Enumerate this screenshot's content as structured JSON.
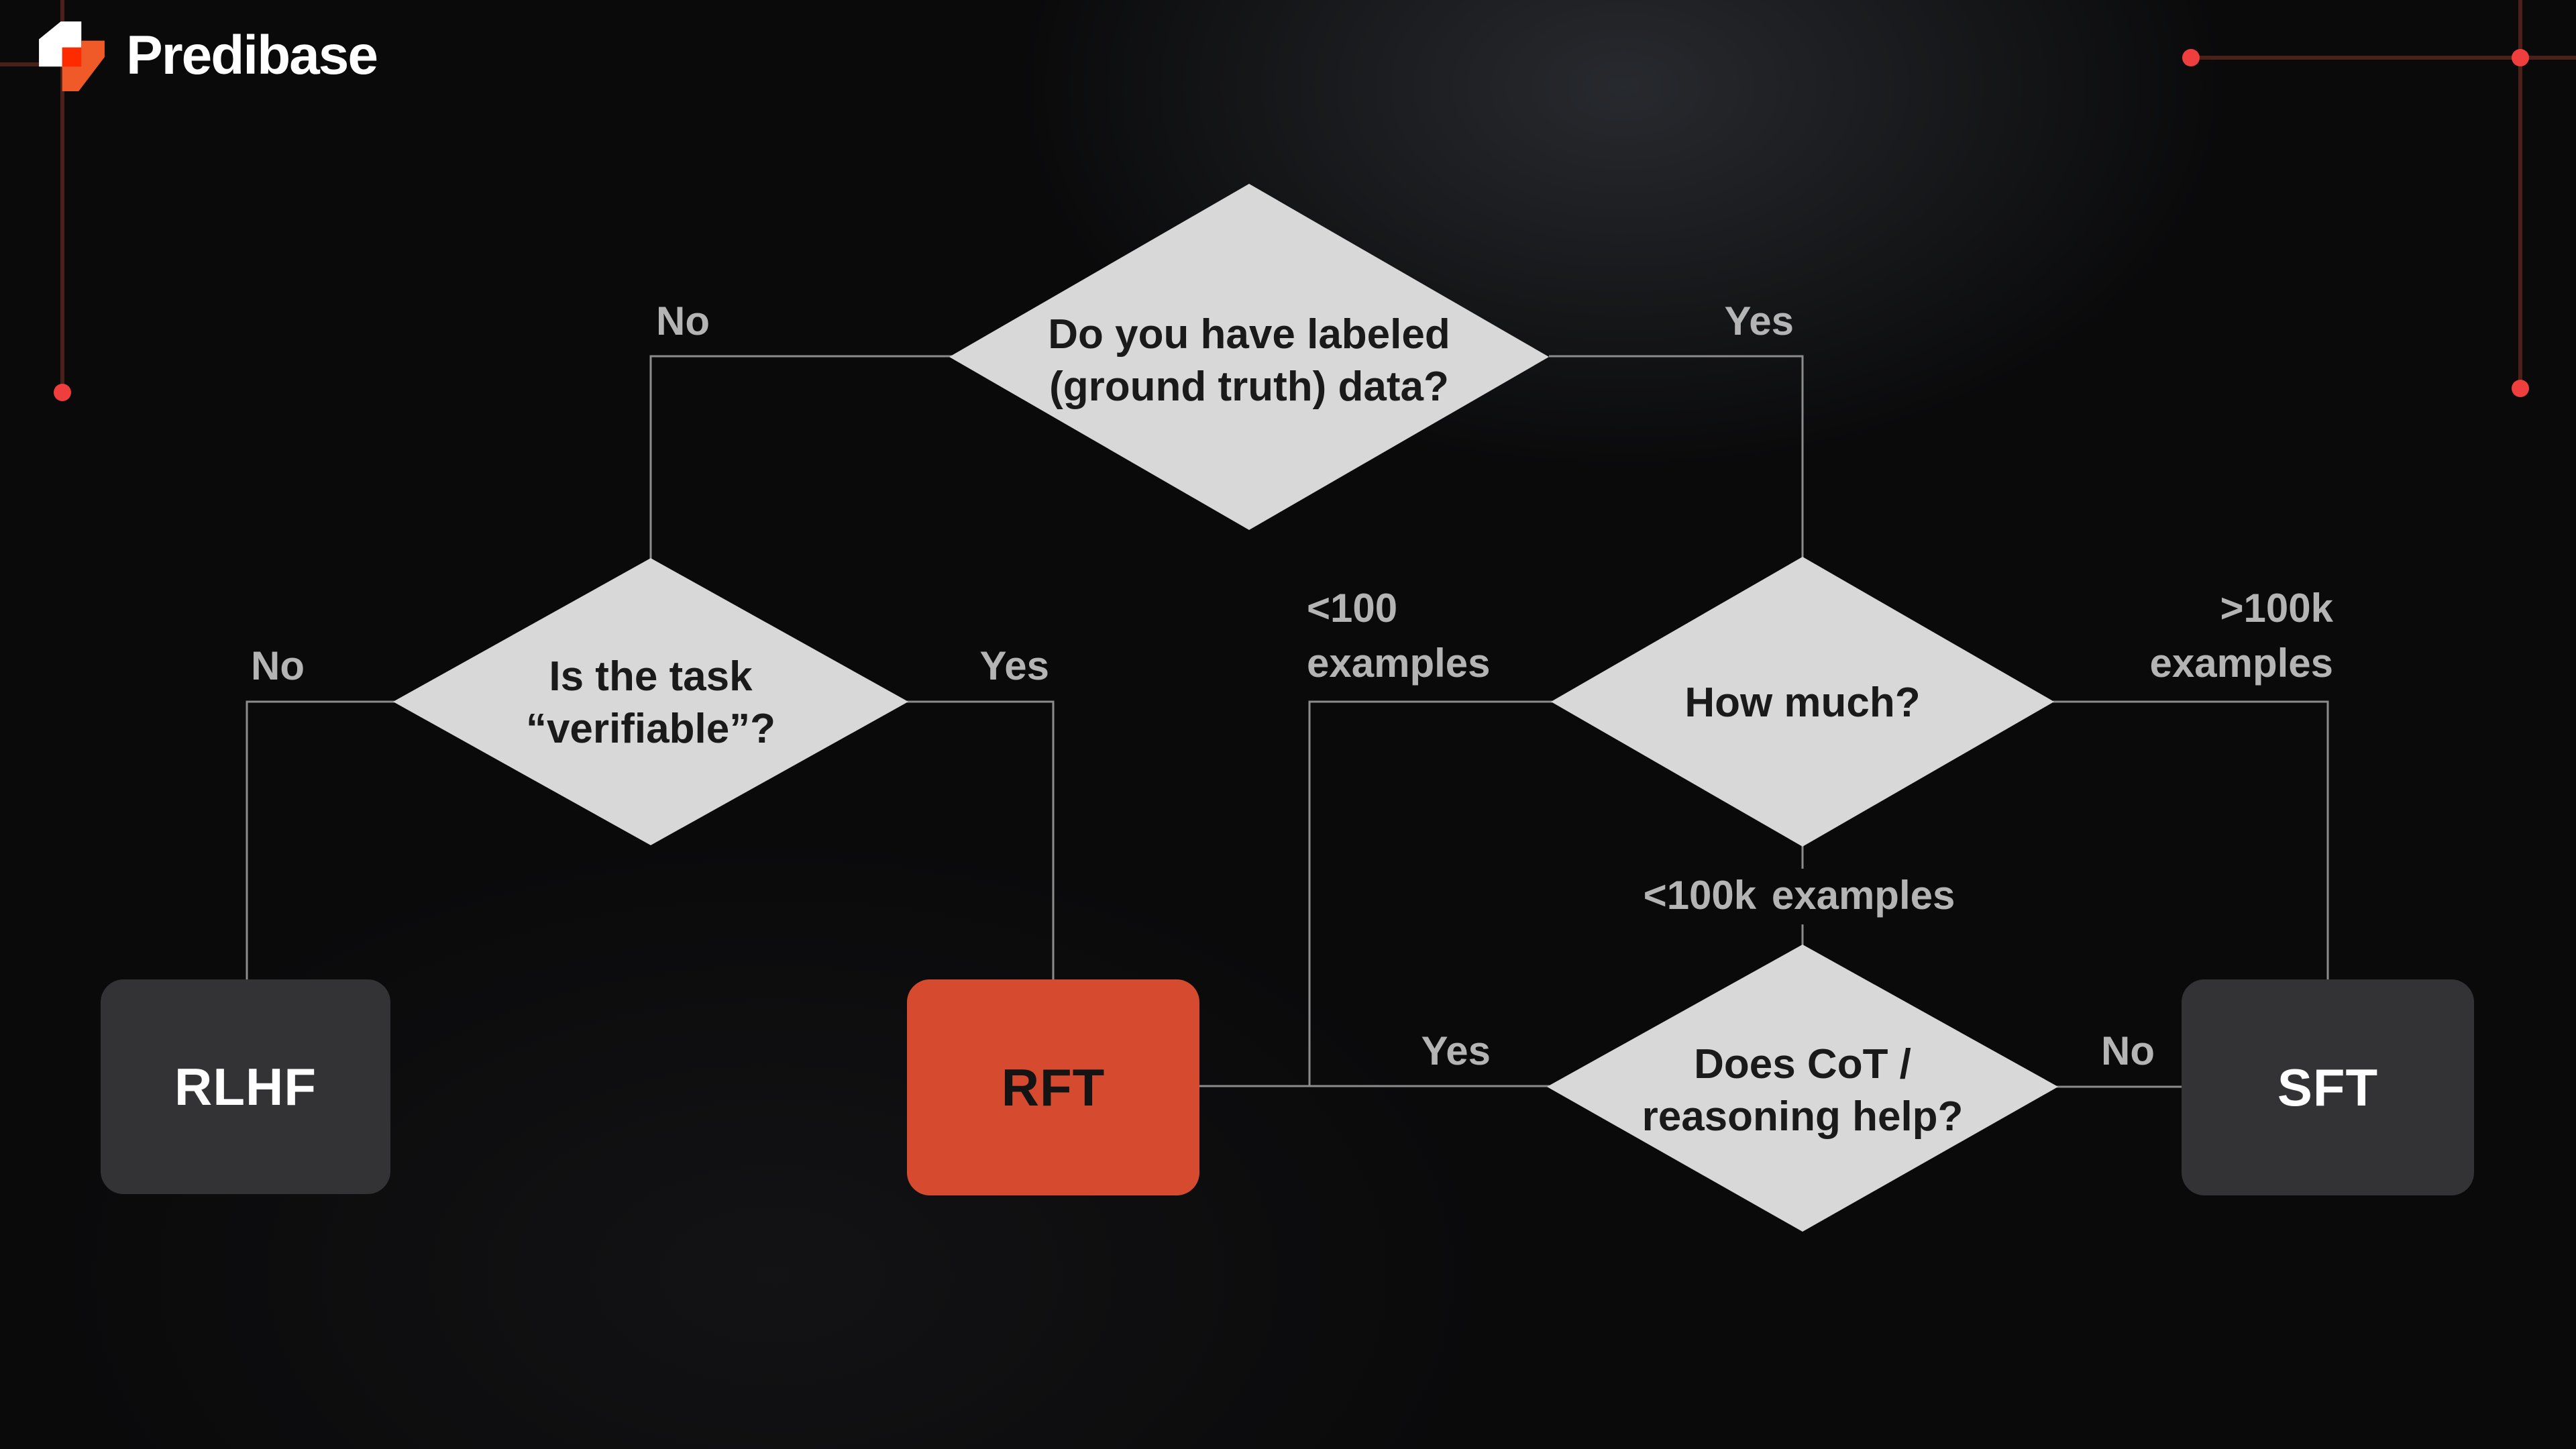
{
  "logo": {
    "brand": "Predibase"
  },
  "diagram": {
    "questions": {
      "labeled_data": "Do you have labeled\n(ground truth) data?",
      "verifiable": "Is the task\n“verifiable”?",
      "how_much": "How much?",
      "cot": "Does CoT /\nreasoning help?"
    },
    "outcomes": {
      "rlhf": "RLHF",
      "rft": "RFT",
      "sft": "SFT"
    },
    "edges": {
      "d1_no": "No",
      "d1_yes": "Yes",
      "d2_no": "No",
      "d2_yes": "Yes",
      "d3_left": "<100\nexamples",
      "d3_right": ">100k\nexamples",
      "d3_down_prefix": "<100k",
      "d3_down_suffix": "examples",
      "d4_yes": "Yes",
      "d4_no": "No"
    }
  },
  "colors": {
    "diamond": "#d8d8d8",
    "diamond-text": "#1a1a1a",
    "connector": "#8c8c8c",
    "edge-label": "#b4b4b4",
    "terminal-box": "#333336",
    "terminal-text": "#ffffff",
    "rft-box": "#d64b2f",
    "rft-text": "#141414",
    "accent-red": "#ef3e3e",
    "decor-line": "#4a2118",
    "logo-orange": "#f05a28",
    "logo-bright-red": "#ff2b00",
    "white": "#ffffff"
  }
}
